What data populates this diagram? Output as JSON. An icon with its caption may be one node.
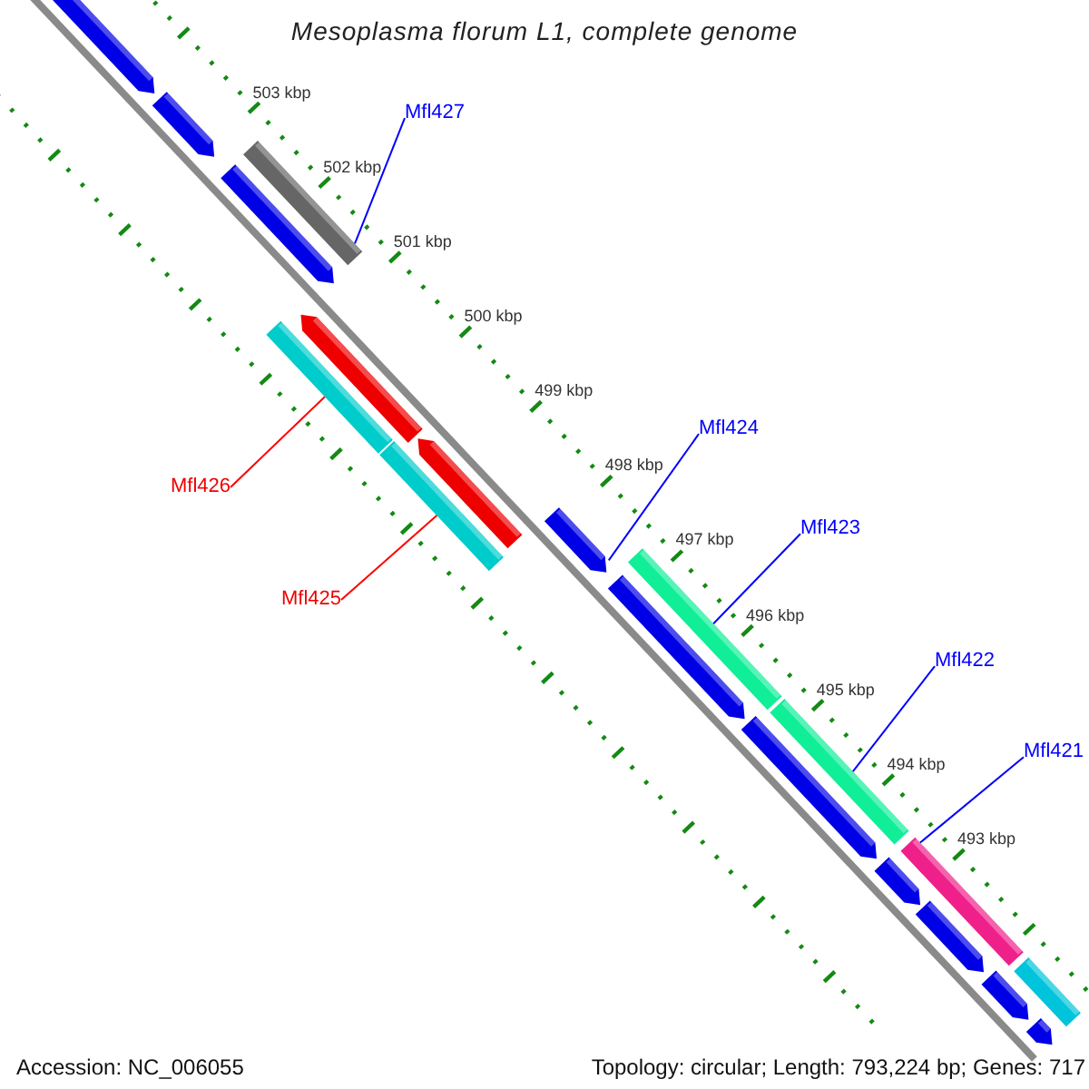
{
  "diagram": {
    "title": "Mesoplasma florum L1, complete genome",
    "nodes": [
      {
        "text": [
          "Mfl427"
        ]
      },
      {
        "text": [
          "Mfl424"
        ]
      },
      {
        "text": [
          "Mfl426"
        ]
      },
      {
        "text": [
          "Mfl423"
        ]
      },
      {
        "text": [
          "Mfl425"
        ]
      },
      {
        "text": [
          "Mfl422"
        ]
      },
      {
        "text": [
          "Mfl421"
        ]
      },
      {
        "text": [],
        "shape": "arrow"
      },
      {
        "text": [],
        "shape": "arrow"
      },
      {
        "text": [],
        "shape": "bar"
      },
      {
        "text": [],
        "shape": "arrow"
      },
      {
        "text": [],
        "shape": "bar"
      },
      {
        "text": [],
        "shape": "arrow"
      },
      {
        "text": [],
        "shape": "bar"
      },
      {
        "text": [],
        "shape": "arrow"
      },
      {
        "text": [],
        "shape": "arrow"
      },
      {
        "text": [],
        "shape": "bar"
      },
      {
        "text": [],
        "shape": "arrow"
      },
      {
        "text": [],
        "shape": "arrow"
      },
      {
        "text": [],
        "shape": "bar"
      },
      {
        "text": [],
        "shape": "arrow"
      },
      {
        "text": [],
        "shape": "bar"
      },
      {
        "text": [],
        "shape": "arrow"
      },
      {
        "text": [],
        "shape": "arrow"
      },
      {
        "text": [],
        "shape": "bar"
      },
      {
        "text": [],
        "shape": "arrow"
      }
    ],
    "edges": [
      {
        "from": 0,
        "to": 9,
        "arrow": "none"
      },
      {
        "from": 1,
        "to": 15,
        "arrow": "none"
      },
      {
        "from": 2,
        "to": 11,
        "arrow": "none",
        "color": "#ff0000"
      },
      {
        "from": 3,
        "to": 16,
        "arrow": "none"
      },
      {
        "from": 4,
        "to": 13,
        "arrow": "none",
        "color": "#ff0000"
      },
      {
        "from": 5,
        "to": 19,
        "arrow": "none"
      },
      {
        "from": 6,
        "to": 21,
        "arrow": "none"
      }
    ],
    "labels": [
      "503 kbp",
      "502 kbp",
      "501 kbp",
      "500 kbp",
      "499 kbp",
      "498 kbp",
      "497 kbp",
      "496 kbp",
      "495 kbp",
      "494 kbp",
      "493 kbp",
      "Accession: NC_006055",
      "Topology: circular; Length: 793,224 bp; Genes: 717"
    ]
  }
}
